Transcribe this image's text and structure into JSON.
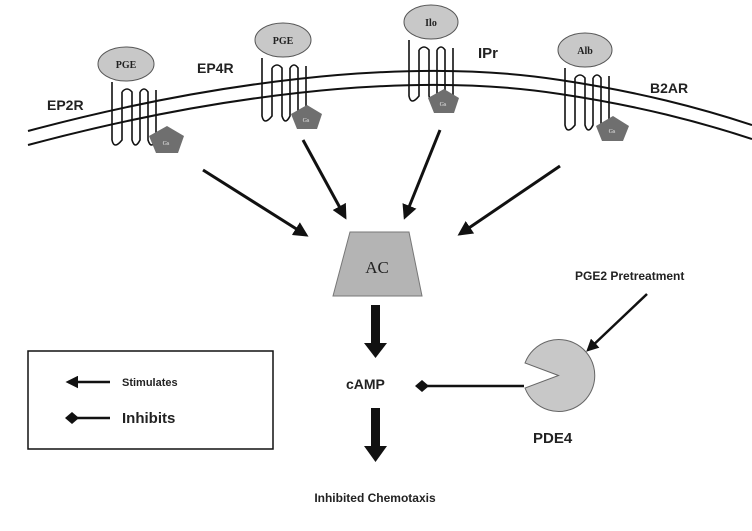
{
  "receptors": [
    {
      "name": "EP2R",
      "ligand": "PGE",
      "gprotein": "Gs"
    },
    {
      "name": "EP4R",
      "ligand": "PGE",
      "gprotein": "Gs"
    },
    {
      "name": "IPr",
      "ligand": "Ilo",
      "gprotein": "Gs"
    },
    {
      "name": "B2AR",
      "ligand": "Alb",
      "gprotein": "Gs"
    }
  ],
  "nodes": {
    "ac": "AC",
    "camp": "cAMP",
    "pde4": "PDE4",
    "pretreatment": "PGE2 Pretreatment",
    "outcome": "Inhibited Chemotaxis"
  },
  "legend": {
    "stimulates": "Stimulates",
    "inhibits": "Inhibits"
  },
  "colors": {
    "ligand": "#c8c8c8",
    "gprotein": "#6f6f6f",
    "ac": "#b4b4b4",
    "pde4": "#c8c8c8",
    "line": "#111111"
  }
}
